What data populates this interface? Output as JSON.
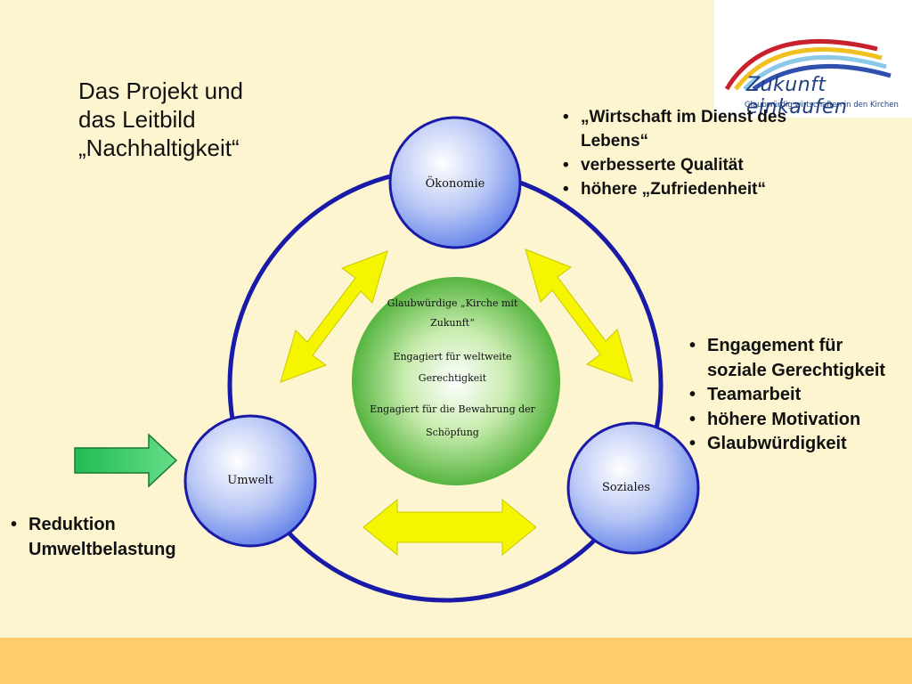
{
  "title": "Das Projekt und\ndas Leitbild\n„Nachhaltigkeit“",
  "logo": {
    "text": "Zukunft einkaufen",
    "subtitle": "Glaubwürdig wirtschaften in den Kirchen"
  },
  "nodes": {
    "top": "Ökonomie",
    "left": "Umwelt",
    "right": "Soziales"
  },
  "center": {
    "line1": "Glaubwürdige „Kirche mit",
    "line2": "Zukunft“",
    "line3": "Engagiert für weltweite",
    "line4": "Gerechtigkeit",
    "line5": "Engagiert für die Bewahrung der",
    "line6": "Schöpfung"
  },
  "bullets_top": [
    "„Wirtschaft im Dienst des Lebens“",
    "verbesserte Qualität",
    "höhere „Zufriedenheit“"
  ],
  "bullets_right": [
    "Engagement für soziale Gerechtigkeit",
    "Teamarbeit",
    "höhere Motivation",
    "Glaubwürdigkeit"
  ],
  "bullets_left": [
    "Reduktion Umweltbelastung"
  ],
  "colors": {
    "background": "#fcf5cf",
    "ring": "#1a1aa8",
    "arrow_yellow": "#f5f500",
    "arrow_green": "#22bb55",
    "center_green": "#3faa2a",
    "bottom_band": "#fccd6a"
  }
}
